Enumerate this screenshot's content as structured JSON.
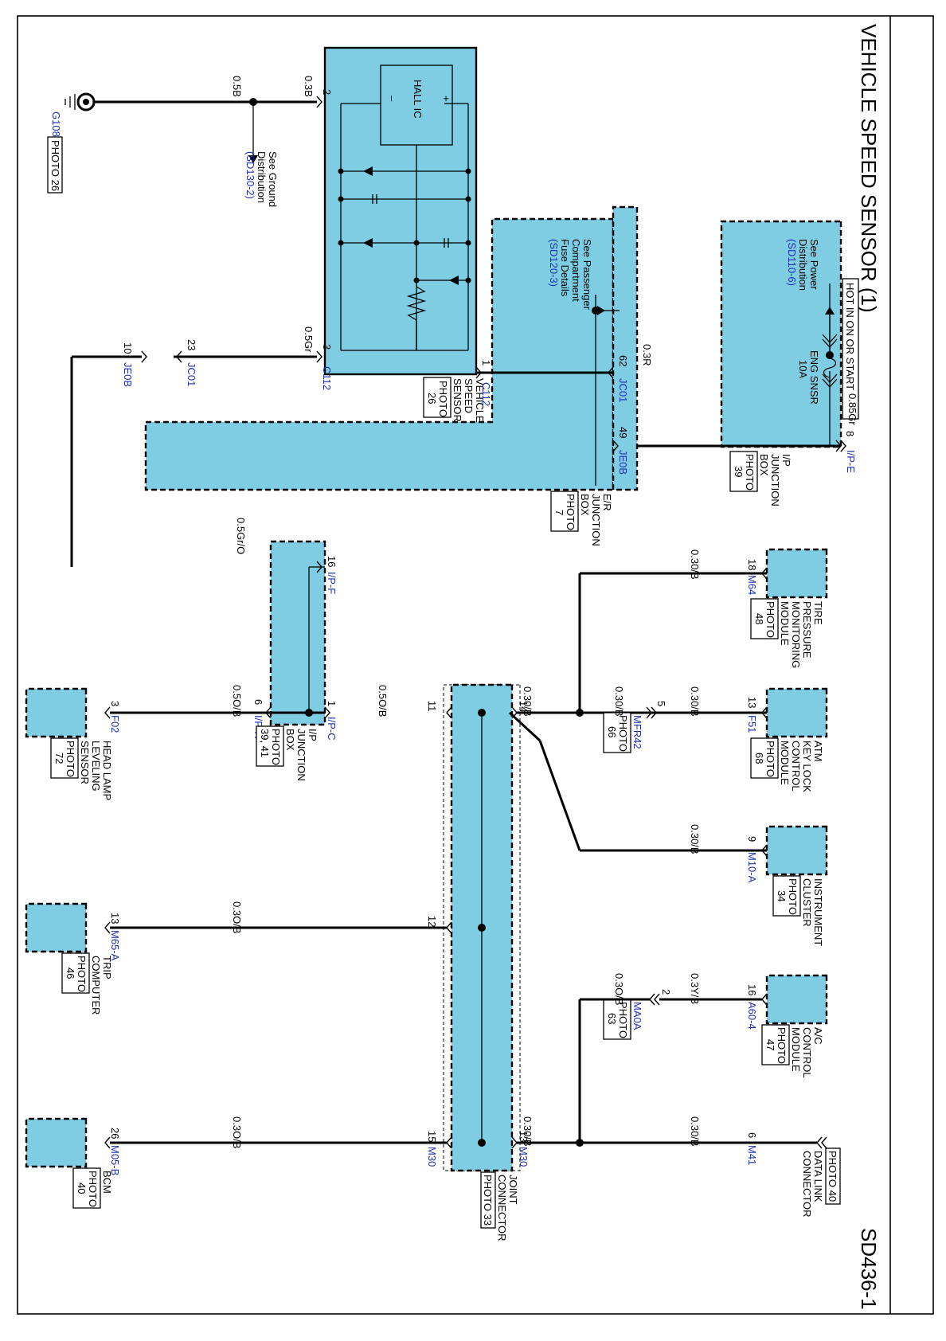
{
  "title": "VEHICLE SPEED SENSOR (1)",
  "page_code": "SD436-1",
  "hot_label": "HOT IN ON OR START",
  "fuse": {
    "name": "ENG SNSR",
    "rating": "10A"
  },
  "ground": {
    "id": "G108",
    "photo": "PHOTO 26",
    "ref_line1": "See Ground",
    "ref_line2": "Distribution",
    "ref_link": "(SD130-2)"
  },
  "power_ref": {
    "line1": "See Power",
    "line2": "Distribution",
    "link": "(SD110-6)"
  },
  "fuse_ref": {
    "line1": "See Passenger",
    "line2": "Compartment",
    "line3": "Fuse Details",
    "link": "(SD120-3)"
  },
  "hall_ic": {
    "label": "HALL IC",
    "plus": "+",
    "minus": "–"
  },
  "components": {
    "ip_junction_box_top": {
      "lines": [
        "I/P",
        "JUNCTION",
        "BOX"
      ],
      "photo": [
        "PHOTO",
        "39"
      ]
    },
    "er_junction_box": {
      "lines": [
        "E/R",
        "JUNCTION",
        "BOX"
      ],
      "photo": [
        "PHOTO",
        "7"
      ]
    },
    "vehicle_speed_sensor": {
      "lines": [
        "VEHICLE",
        "SPEED",
        "SENSOR"
      ],
      "photo": [
        "PHOTO",
        "26"
      ]
    },
    "tpms": {
      "lines": [
        "TIRE",
        "PRESSURE",
        "MONITORING",
        "MODULE"
      ],
      "photo": [
        "PHOTO",
        "48"
      ]
    },
    "atm_key_lock": {
      "lines": [
        "ATM",
        "KEY LOCK",
        "CONTROL",
        "MODULE"
      ],
      "photo": [
        "PHOTO",
        "68"
      ]
    },
    "instrument_cluster": {
      "lines": [
        "INSTRUMENT",
        "CLUSTER"
      ],
      "photo": [
        "PHOTO",
        "34"
      ]
    },
    "ac_control": {
      "lines": [
        "A/C",
        "CONTROL",
        "MODULE"
      ],
      "photo": [
        "PHOTO",
        "47"
      ]
    },
    "data_link": {
      "lines": [
        "DATA LINK",
        "CONNECTOR"
      ],
      "photo": [
        "PHOTO 40"
      ]
    },
    "ip_junction_box_mid": {
      "lines": [
        "I/P",
        "JUNCTION",
        "BOX"
      ],
      "photo": [
        "PHOTO",
        "39, 41"
      ]
    },
    "joint_connector": {
      "lines": [
        "JOINT",
        "CONNECTOR"
      ],
      "photo": [
        "PHOTO 33"
      ]
    },
    "head_lamp": {
      "lines": [
        "HEAD LAMP",
        "LEVELING",
        "SENSOR"
      ],
      "photo": [
        "PHOTO",
        "72"
      ]
    },
    "trip_computer": {
      "lines": [
        "TRIP",
        "COMPUTER"
      ],
      "photo": [
        "PHOTO",
        "46"
      ]
    },
    "bcm": {
      "lines": [
        "BCM"
      ],
      "photo": [
        "PHOTO",
        "40"
      ]
    }
  },
  "inline_photos": {
    "mfr42": [
      "PHOTO",
      "66"
    ],
    "ma0a": [
      "PHOTO",
      "63"
    ]
  },
  "connectors": {
    "ip_e": "I/P-E",
    "je0b_top": "JE0B",
    "jc01_top": "JC01",
    "c112_1": "C112",
    "c112_3": "C112",
    "jc01_bot": "JC01",
    "je0b_bot": "JE0B",
    "m64": "M64",
    "f51": "F51",
    "mfr42": "MFR42",
    "m10a": "M10-A",
    "a60_4": "A60-4",
    "ma0a": "MA0A",
    "m41": "M41",
    "ip_f": "I/P-F",
    "ip_h": "I/P-H",
    "ip_c": "I/P-C",
    "f02": "F02",
    "m30_top": "M30",
    "m30_bot": "M30",
    "m65a": "M65-A",
    "m05b": "M05-B"
  },
  "pins": {
    "ip_e": "8",
    "je0b_top": "49",
    "jc01_top": "62",
    "c112_1": "1",
    "c112_3": "3",
    "vss_2": "2",
    "jc01_bot": "23",
    "je0b_bot": "10",
    "m64": "18",
    "f51": "13",
    "mfr42": "5",
    "m10a": "9",
    "a60_4": "16",
    "ma0a": "2",
    "m41": "6",
    "jc_14": "14",
    "jc_13": "13",
    "jc_11": "11",
    "jc_12": "12",
    "jc_15": "15",
    "ip_f": "16",
    "ip_h": "6",
    "ip_c": "1",
    "f02": "3",
    "m65a": "13",
    "m05b": "26"
  },
  "wires": {
    "w_085gr": "0.85Gr",
    "w_03r": "0.3R",
    "w_05gr": "0.5Gr",
    "w_05b": "0.5B",
    "w_03b": "0.3B",
    "w_05gro": "0.5Gr/O",
    "w_tpms": "0.30/B",
    "w_atm1": "0.30/B",
    "w_atm2": "0.30/B",
    "w_jc14": "0.30/B",
    "w_ic": "0.30/B",
    "w_ac1": "0.3Y/B",
    "w_ac2": "0.3O/B",
    "w_dlc": "0.30/B",
    "w_jc13": "0.30/B",
    "w_iph": "0.5O/B",
    "w_ipc": "0.5O/B",
    "w_trip": "0.3O/B",
    "w_bcm": "0.3O/B"
  }
}
